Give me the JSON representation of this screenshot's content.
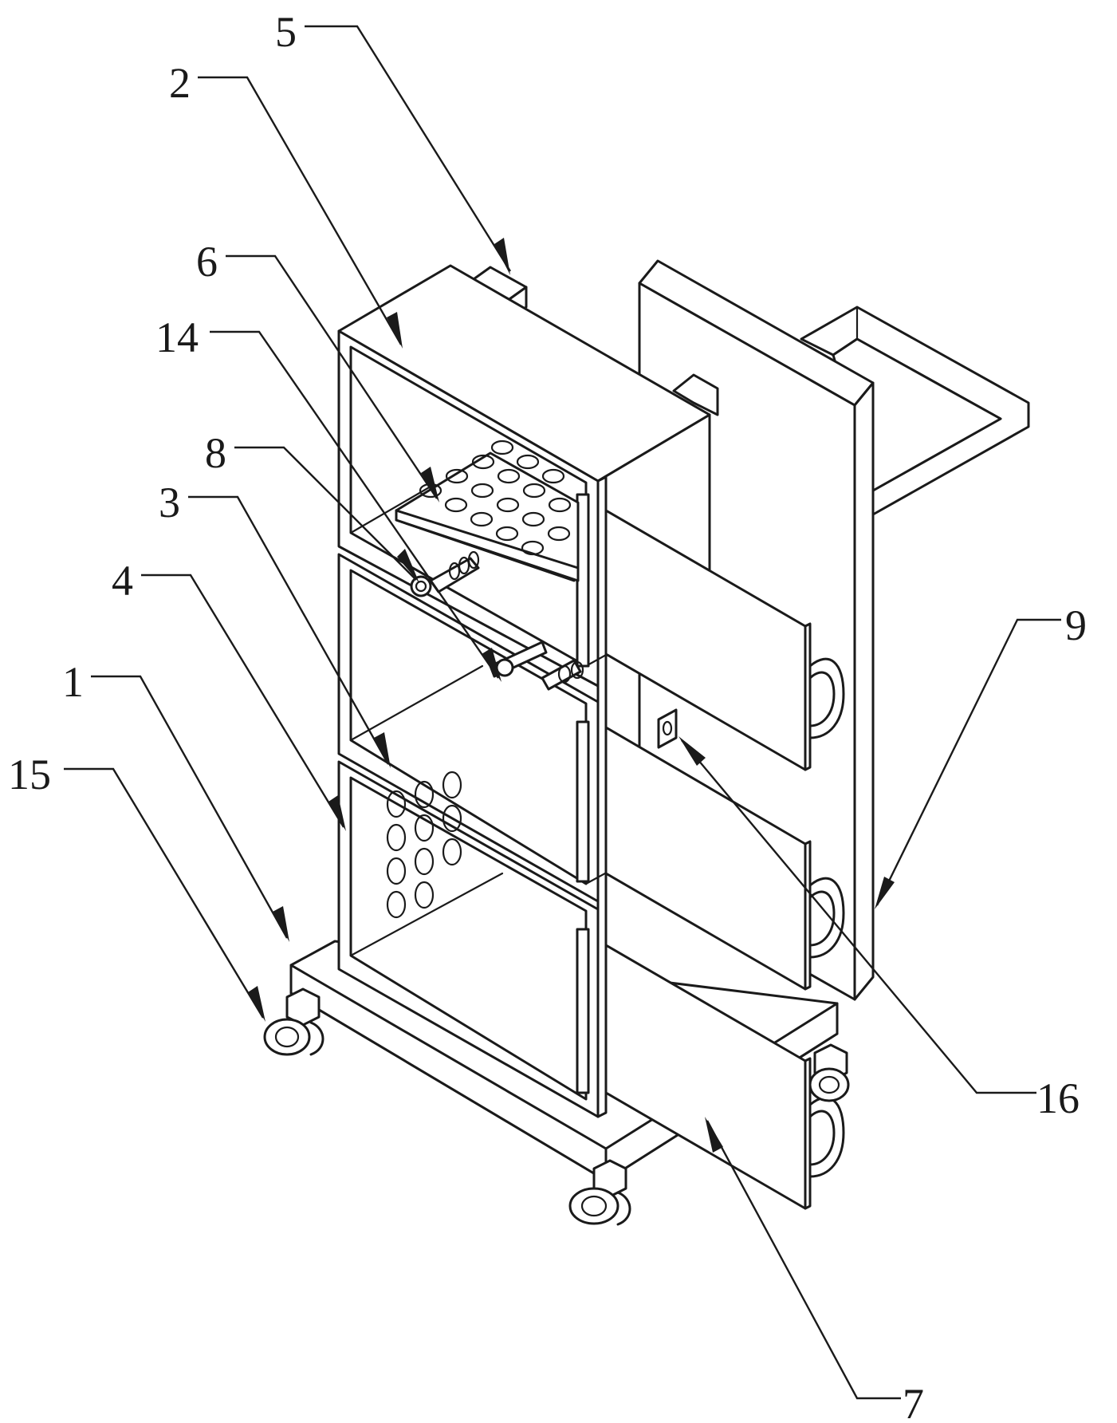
{
  "labels": [
    {
      "id": "1",
      "text": "1"
    },
    {
      "id": "2",
      "text": "2"
    },
    {
      "id": "3",
      "text": "3"
    },
    {
      "id": "4",
      "text": "4"
    },
    {
      "id": "5",
      "text": "5"
    },
    {
      "id": "6",
      "text": "6"
    },
    {
      "id": "7",
      "text": "7"
    },
    {
      "id": "8",
      "text": "8"
    },
    {
      "id": "9",
      "text": "9"
    },
    {
      "id": "14",
      "text": "14"
    },
    {
      "id": "15",
      "text": "15"
    },
    {
      "id": "16",
      "text": "16"
    }
  ],
  "colors": {
    "line": "#1a1a1a",
    "background": "#ffffff"
  }
}
